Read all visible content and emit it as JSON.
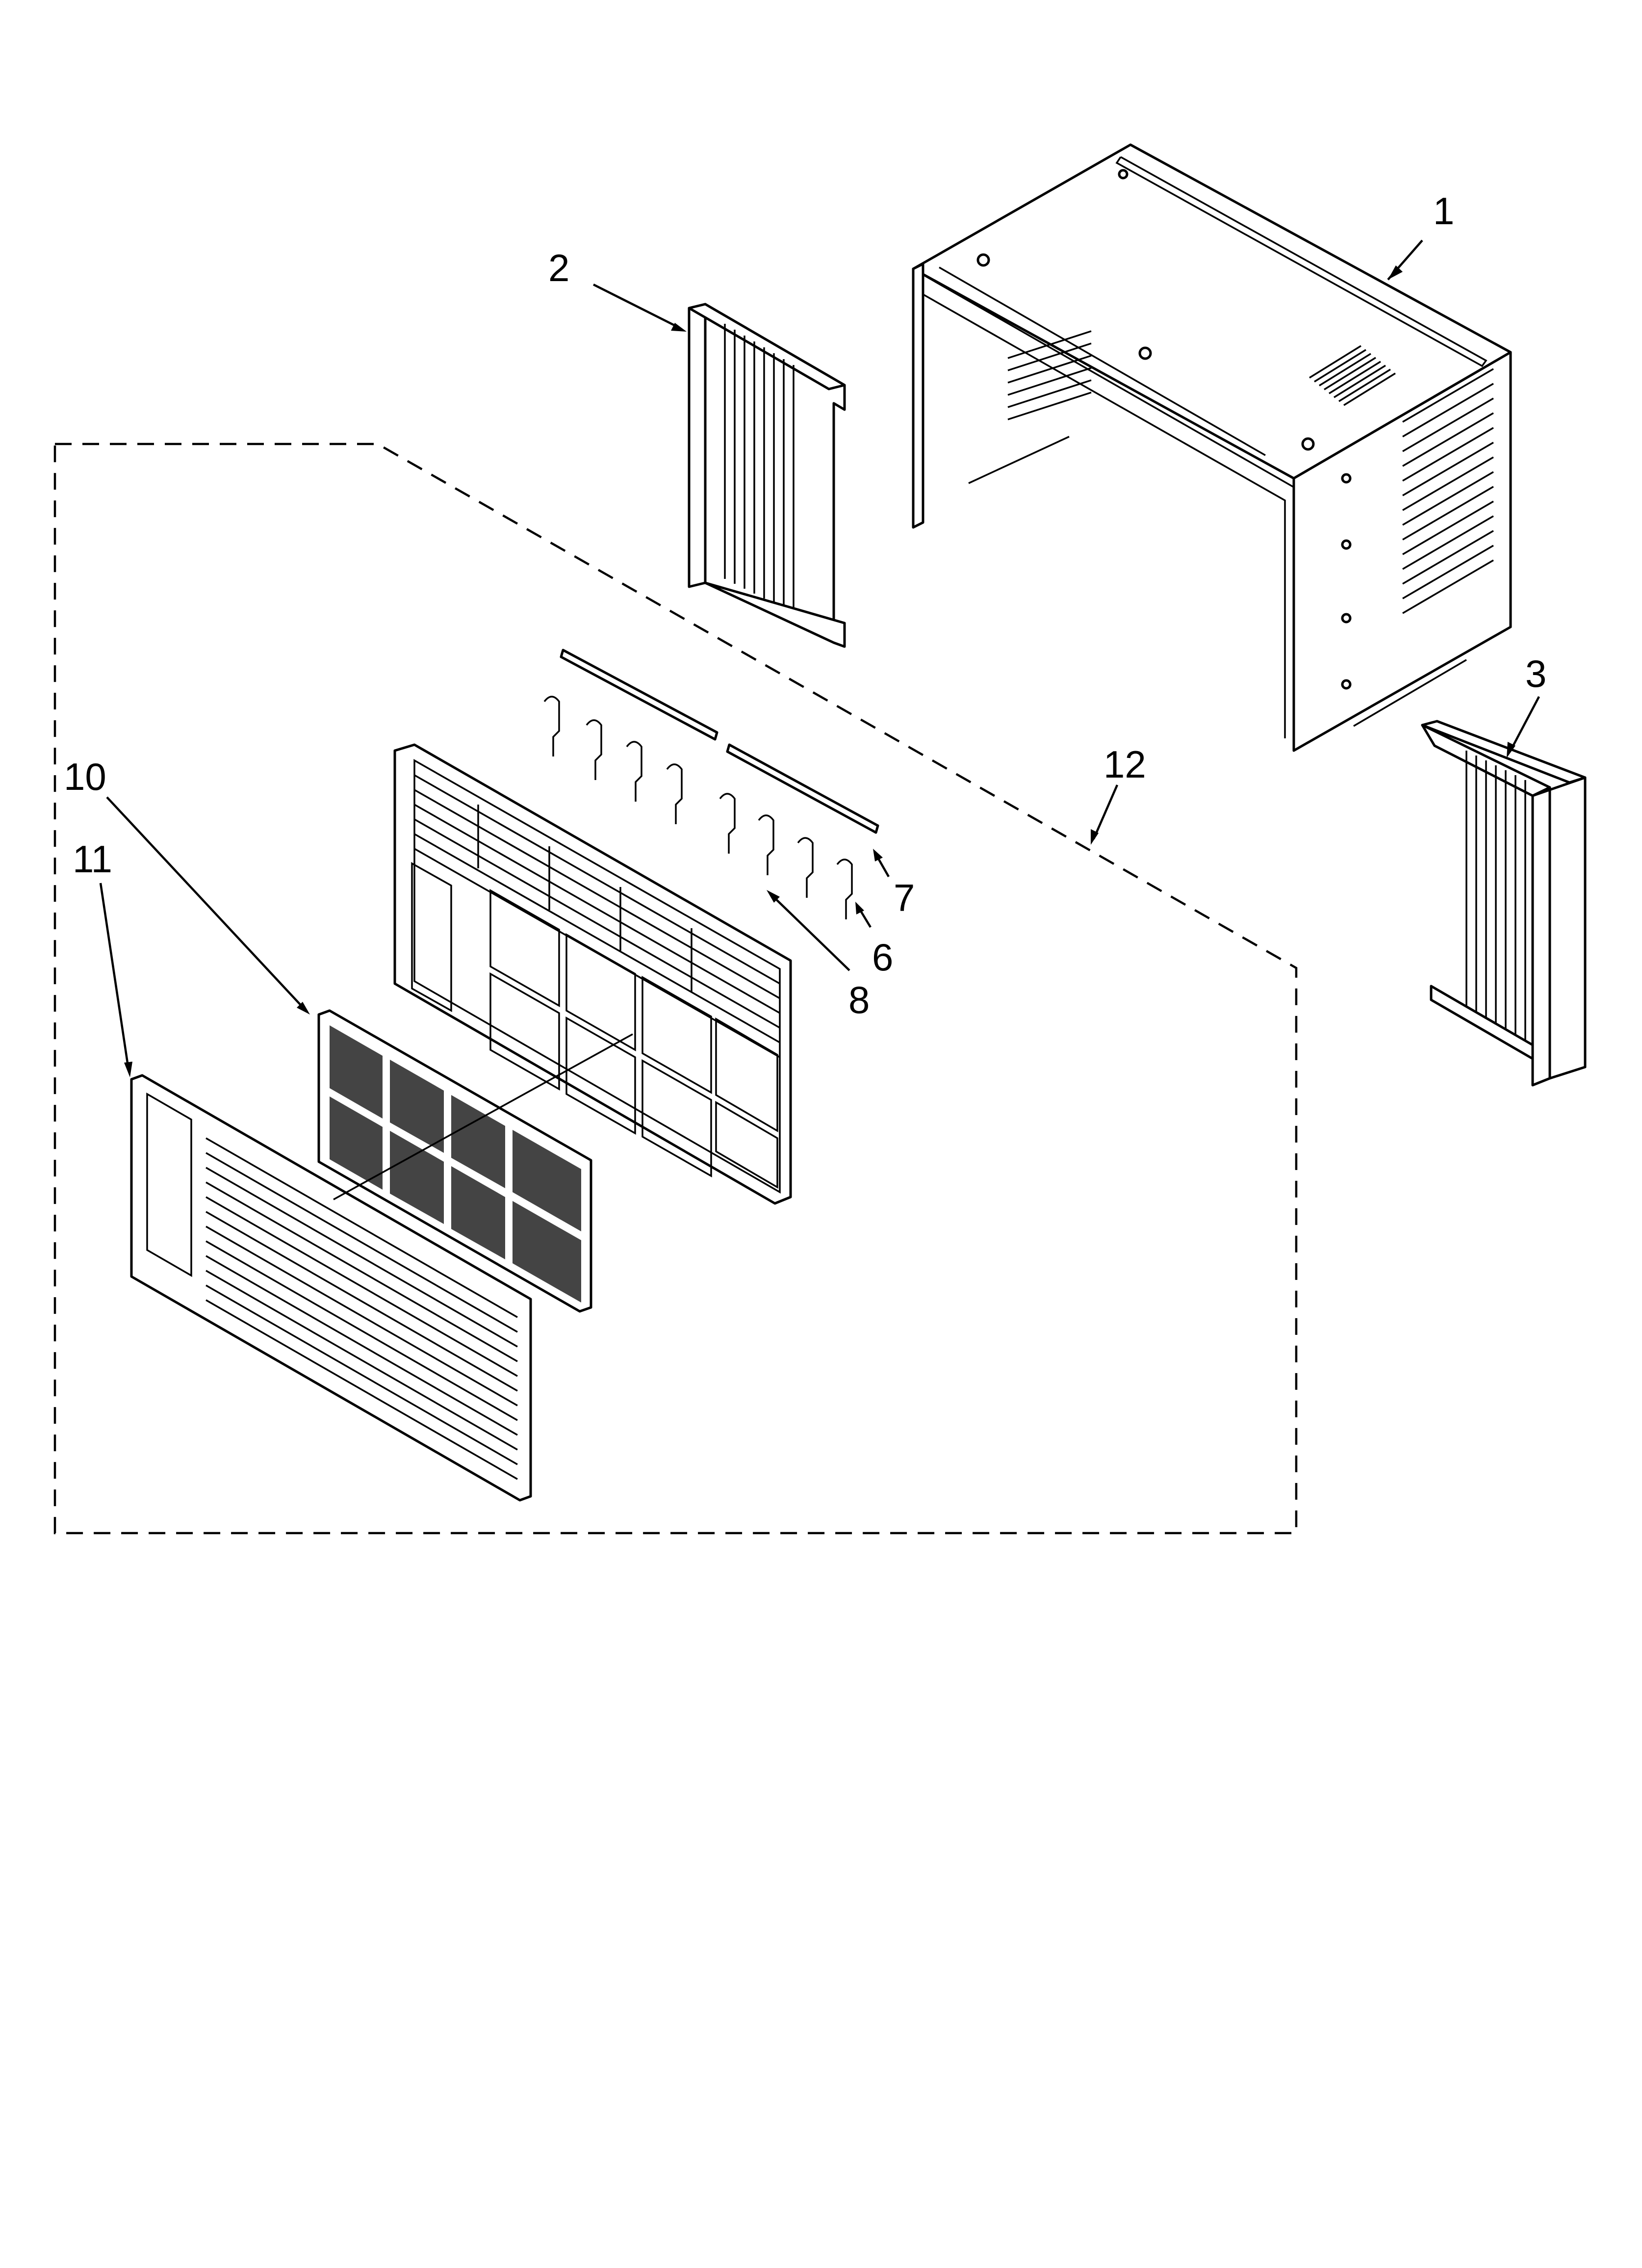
{
  "diagram": {
    "callouts": [
      {
        "id": "c1",
        "label": "1"
      },
      {
        "id": "c2",
        "label": "2"
      },
      {
        "id": "c3",
        "label": "3"
      },
      {
        "id": "c6",
        "label": "6"
      },
      {
        "id": "c7",
        "label": "7"
      },
      {
        "id": "c8",
        "label": "8"
      },
      {
        "id": "c10",
        "label": "10"
      },
      {
        "id": "c11",
        "label": "11"
      },
      {
        "id": "c12",
        "label": "12"
      }
    ],
    "parts": [
      {
        "callout": "1",
        "icon": "cabinet-wrapper-icon"
      },
      {
        "callout": "2",
        "icon": "side-curtain-left-icon"
      },
      {
        "callout": "3",
        "icon": "side-curtain-right-icon"
      },
      {
        "callout": "6",
        "icon": "louver-clip-icon"
      },
      {
        "callout": "7",
        "icon": "louver-bar-icon"
      },
      {
        "callout": "8",
        "icon": "louver-icon"
      },
      {
        "callout": "10",
        "icon": "air-filter-icon"
      },
      {
        "callout": "11",
        "icon": "front-grille-icon"
      },
      {
        "callout": "12",
        "icon": "front-panel-assembly-boundary-icon"
      }
    ]
  }
}
